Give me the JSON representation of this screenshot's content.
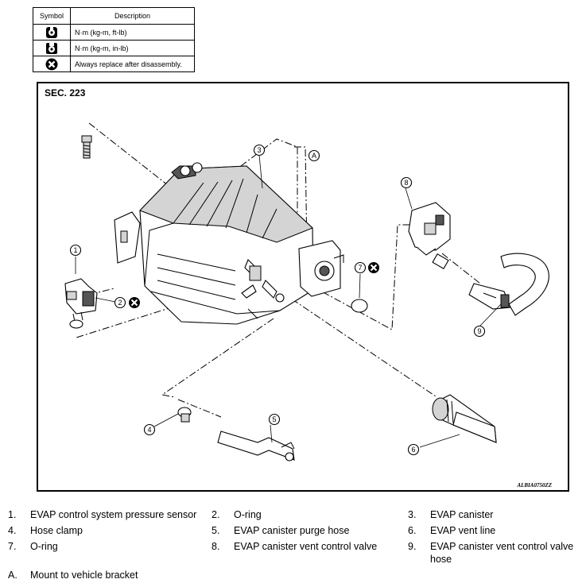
{
  "symbol_table": {
    "headers": [
      "Symbol",
      "Description"
    ],
    "rows": [
      {
        "icon": "torque-wrench-ft-lb-icon",
        "description": "N·m (kg-m, ft-lb)"
      },
      {
        "icon": "torque-wrench-in-lb-icon",
        "description": "N·m (kg-m, in-lb)"
      },
      {
        "icon": "always-replace-icon",
        "description": "Always replace after disassembly."
      }
    ]
  },
  "figure": {
    "section": "SEC. 223",
    "figure_id": "ALBIA0750ZZ",
    "callouts": [
      "1",
      "2",
      "3",
      "4",
      "5",
      "6",
      "7",
      "8",
      "9",
      "A"
    ]
  },
  "legend": {
    "items": [
      {
        "num": "1.",
        "label": "EVAP control system pressure sensor"
      },
      {
        "num": "2.",
        "label": "O-ring"
      },
      {
        "num": "3.",
        "label": "EVAP canister"
      },
      {
        "num": "4.",
        "label": "Hose clamp"
      },
      {
        "num": "5.",
        "label": "EVAP canister purge hose"
      },
      {
        "num": "6.",
        "label": "EVAP vent line"
      },
      {
        "num": "7.",
        "label": "O-ring"
      },
      {
        "num": "8.",
        "label": "EVAP canister vent control valve"
      },
      {
        "num": "9.",
        "label": "EVAP canister vent control valve hose"
      },
      {
        "num": "A.",
        "label": "Mount to vehicle bracket"
      }
    ]
  }
}
